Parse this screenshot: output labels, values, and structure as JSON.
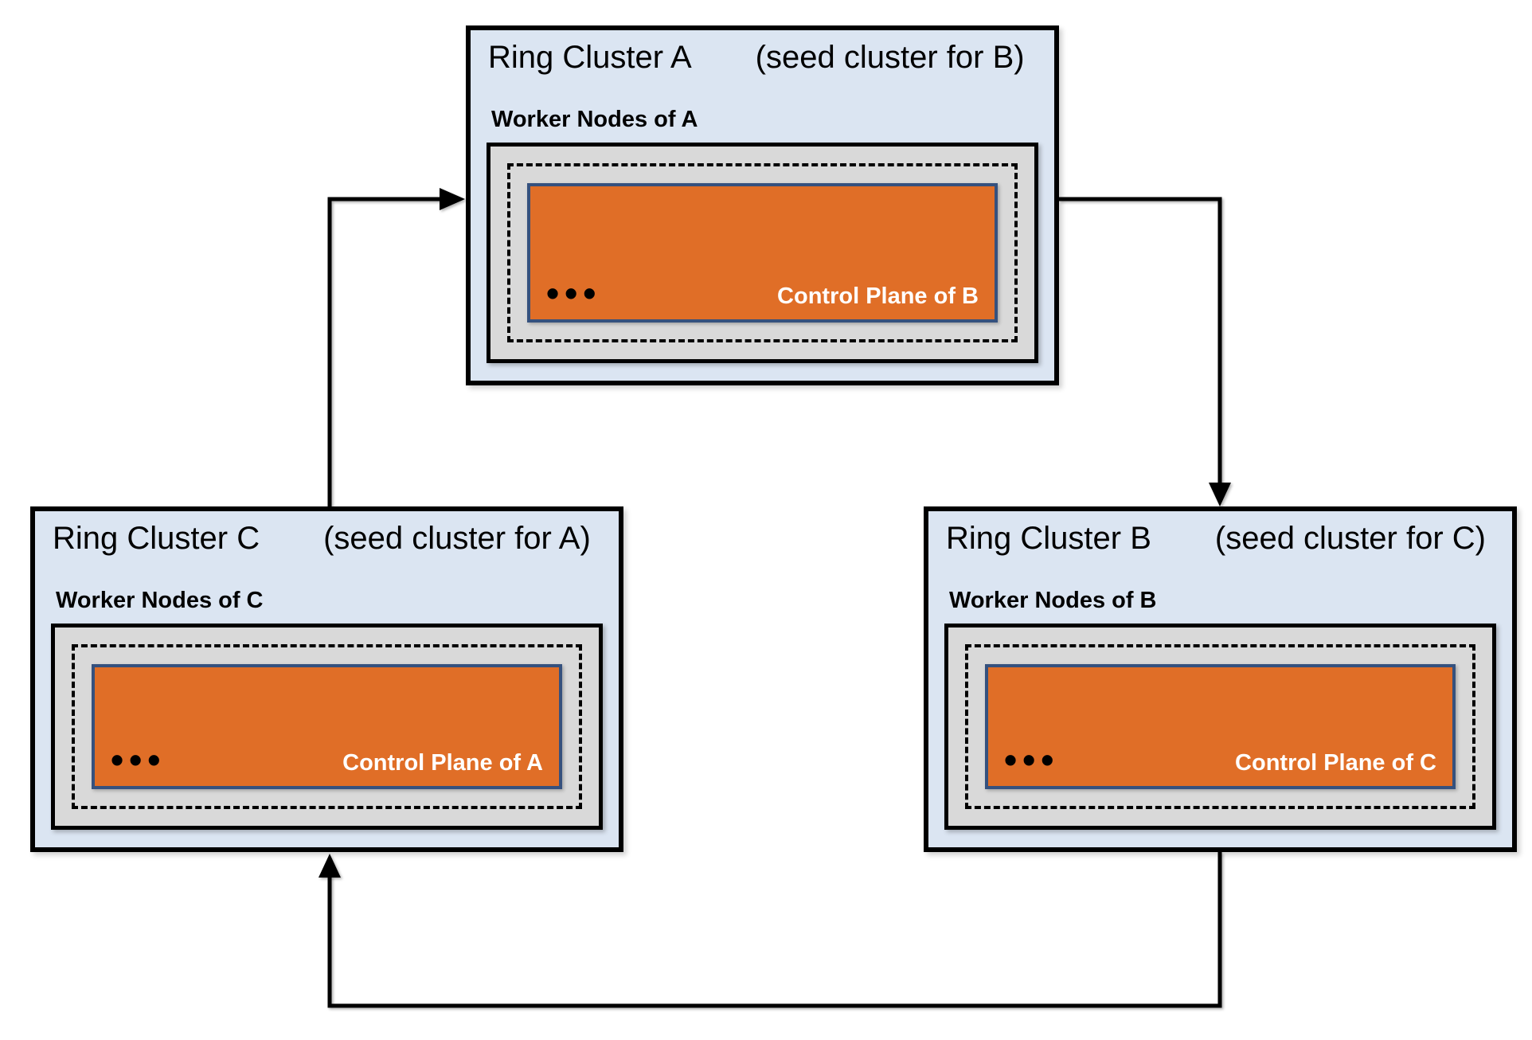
{
  "clusters": [
    {
      "name": "Ring Cluster A",
      "seed_note": "(seed cluster for B)",
      "worker_nodes_label": "Worker Nodes of A",
      "control_plane_label": "Control Plane of B",
      "dots": "•••"
    },
    {
      "name": "Ring Cluster C",
      "seed_note": "(seed cluster for A)",
      "worker_nodes_label": "Worker Nodes of C",
      "control_plane_label": "Control Plane of A",
      "dots": "•••"
    },
    {
      "name": "Ring Cluster B",
      "seed_note": "(seed cluster for C)",
      "worker_nodes_label": "Worker Nodes of B",
      "control_plane_label": "Control Plane of C",
      "dots": "•••"
    }
  ],
  "arrows": [
    {
      "from": "Ring Cluster C",
      "to": "Ring Cluster A"
    },
    {
      "from": "Ring Cluster A",
      "to": "Ring Cluster B"
    },
    {
      "from": "Ring Cluster B",
      "to": "Ring Cluster C"
    }
  ],
  "colors": {
    "cluster-fill": "#dbe5f2",
    "node-pool-fill": "#d9d9d9",
    "control-plane-fill": "#e06e27",
    "control-plane-border": "#35517e",
    "line-color": "#000000"
  }
}
